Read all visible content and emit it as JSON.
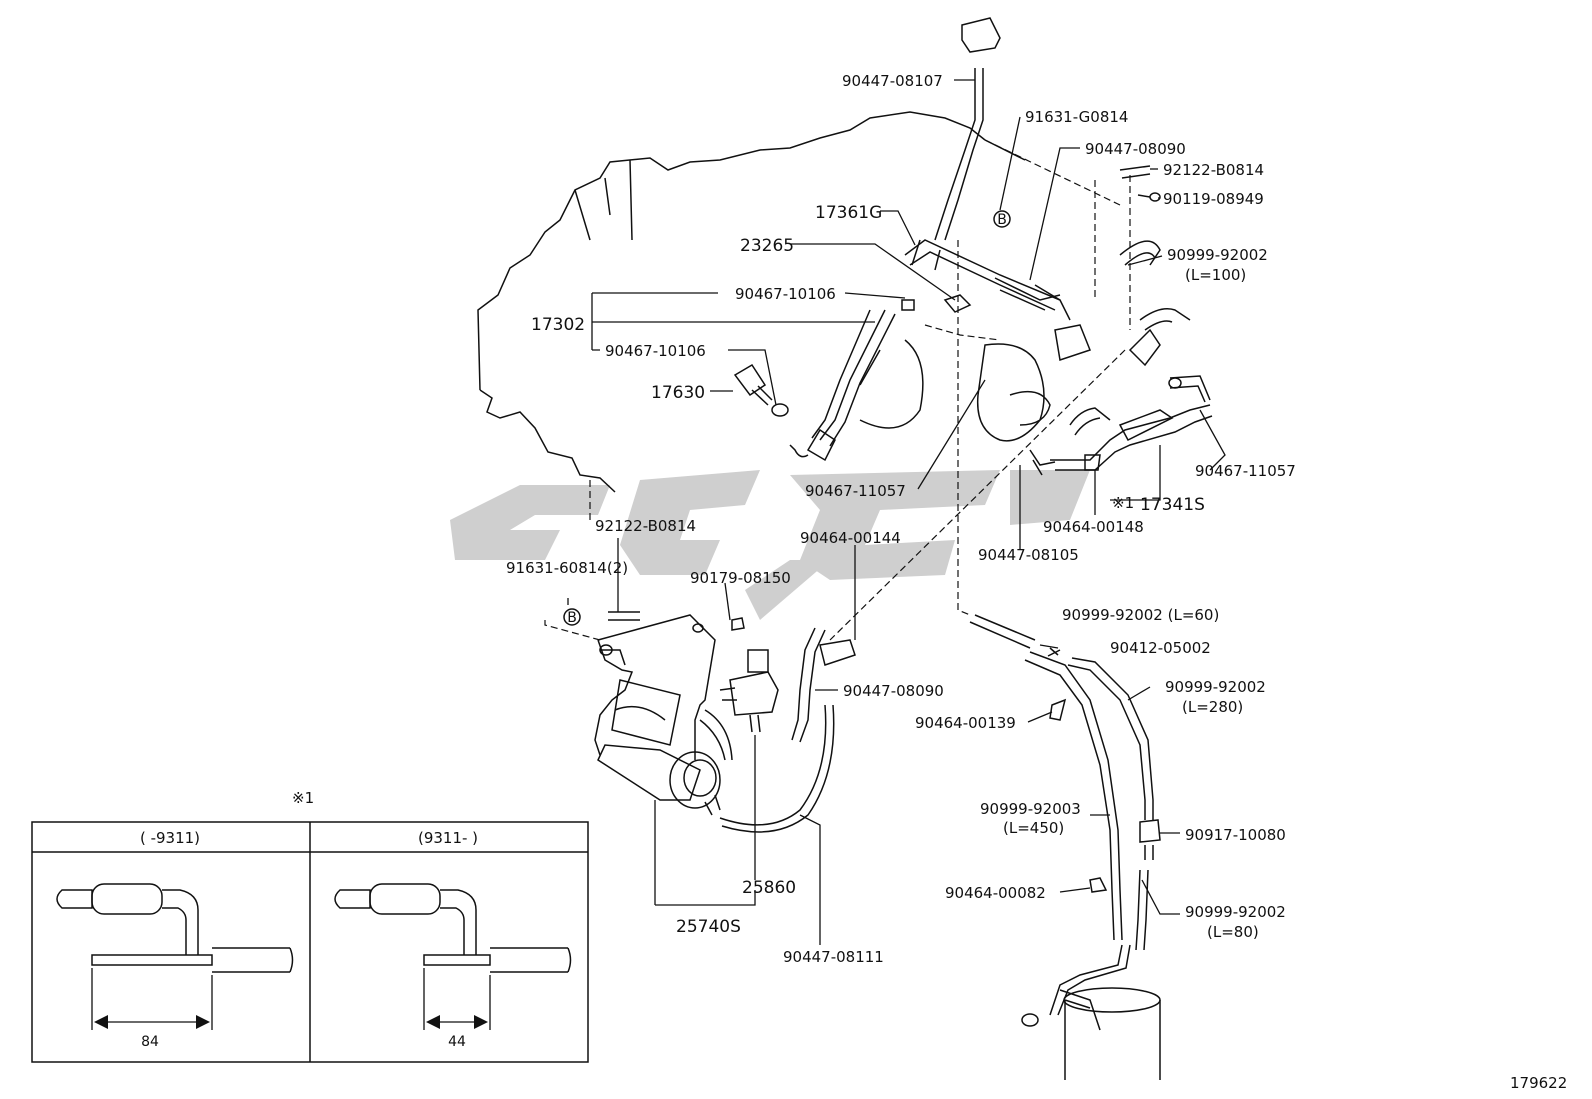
{
  "labels": {
    "p90447_08107": "90447-08107",
    "p91631_G0814": "91631-G0814",
    "p90447_08090_top": "90447-08090",
    "p92122_B0814_top": "92122-B0814",
    "p90119_08949": "90119-08949",
    "p17361G": "17361G",
    "p23265": "23265",
    "p90999_92002_L100": "90999-92002",
    "L100": "(L=100)",
    "p90467_10106_a": "90467-10106",
    "p17302": "17302",
    "p90467_10106_b": "90467-10106",
    "p17630": "17630",
    "p90467_11057_right": "90467-11057",
    "p90467_11057_left": "90467-11057",
    "note_mark": "※1",
    "p17341S": "17341S",
    "p90464_00148": "90464-00148",
    "p90447_08105": "90447-08105",
    "p92122_B0814_left": "92122-B0814",
    "p90464_00144": "90464-00144",
    "p91631_60814_2": "91631-60814(2)",
    "p90179_08150": "90179-08150",
    "p90999_92002_L60": "90999-92002 (L=60)",
    "p90412_05002": "90412-05002",
    "p90999_92002_L280": "90999-92002",
    "L280": "(L=280)",
    "p90447_08090_mid": "90447-08090",
    "p90464_00139": "90464-00139",
    "p90999_92003": "90999-92003",
    "L450": "(L=450)",
    "p90917_10080": "90917-10080",
    "p25860": "25860",
    "p90464_00082": "90464-00082",
    "p90999_92002_L80": "90999-92002",
    "L80": "(L=80)",
    "p25740S": "25740S",
    "p90447_08111": "90447-08111",
    "b_marker_top": "B",
    "b_marker_left": "B"
  },
  "inset": {
    "mark": "※1",
    "left_header": "(      -9311)",
    "right_header": "(9311-       )",
    "left_dim": "84",
    "right_dim": "44"
  },
  "watermark_text": "CPC",
  "figure_number": "179622",
  "colors": {
    "ink": "#111111",
    "watermark": "#cfcfcf",
    "background": "#ffffff"
  }
}
